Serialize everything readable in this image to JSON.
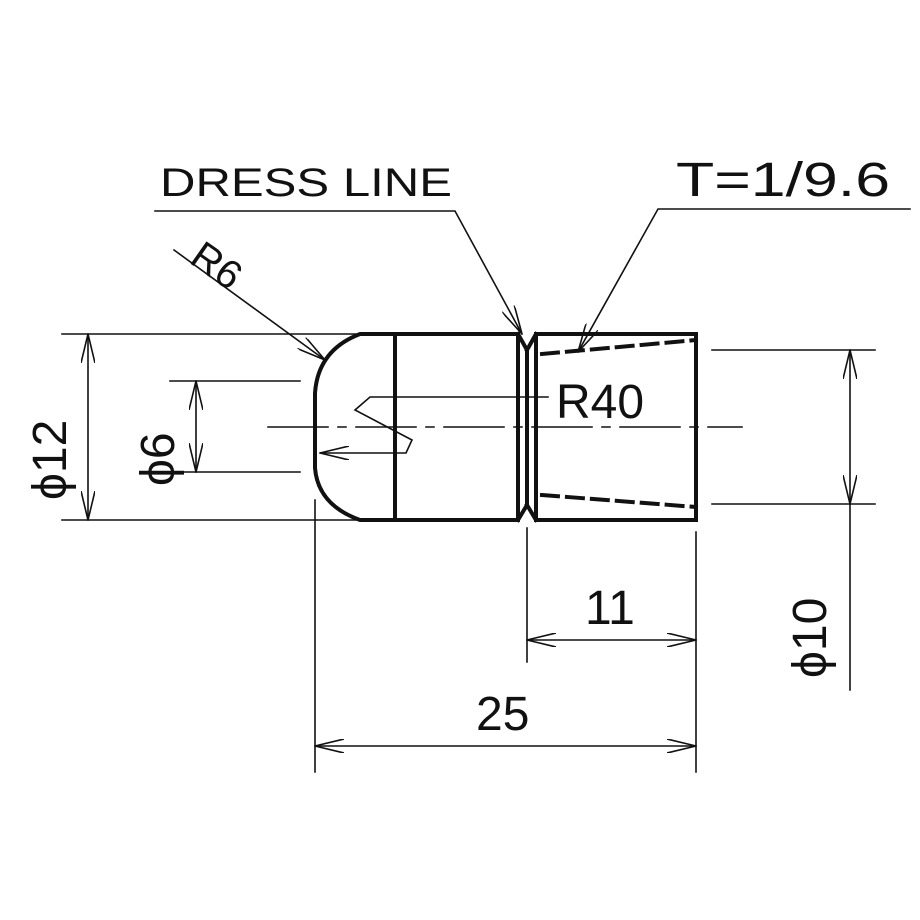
{
  "annotations": {
    "dress_line": "DRESS LINE",
    "taper": "T=1/9.6",
    "r6": "R6",
    "r40": "R40",
    "dia12": "ϕ12",
    "dia6": "ϕ6",
    "dia10": "ϕ10",
    "len11": "11",
    "len25": "25"
  }
}
